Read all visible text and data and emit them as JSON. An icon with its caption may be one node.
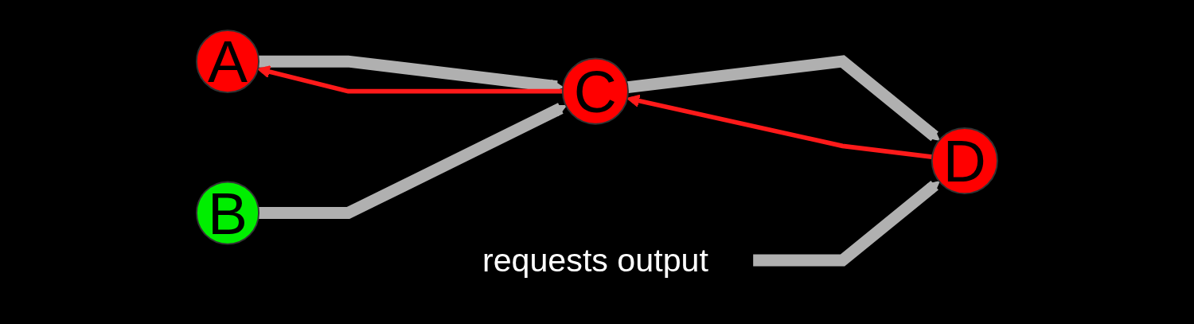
{
  "diagram": {
    "nodes": [
      {
        "text": [
          "A"
        ]
      },
      {
        "text": [
          "B"
        ]
      },
      {
        "text": [
          "C"
        ]
      },
      {
        "text": [
          "D"
        ]
      },
      {
        "text": [
          "requests output"
        ]
      }
    ],
    "edges": [
      {
        "from": 0,
        "to": 2,
        "arrow": "to"
      },
      {
        "from": 1,
        "to": 2,
        "arrow": "to"
      },
      {
        "from": 2,
        "to": 3,
        "arrow": "to"
      },
      {
        "from": 4,
        "to": 3,
        "arrow": "to"
      },
      {
        "from": 2,
        "to": 0,
        "arrow": "to",
        "color": "#ff1a1a"
      },
      {
        "from": 3,
        "to": 2,
        "arrow": "to",
        "color": "#ff1a1a"
      }
    ]
  }
}
